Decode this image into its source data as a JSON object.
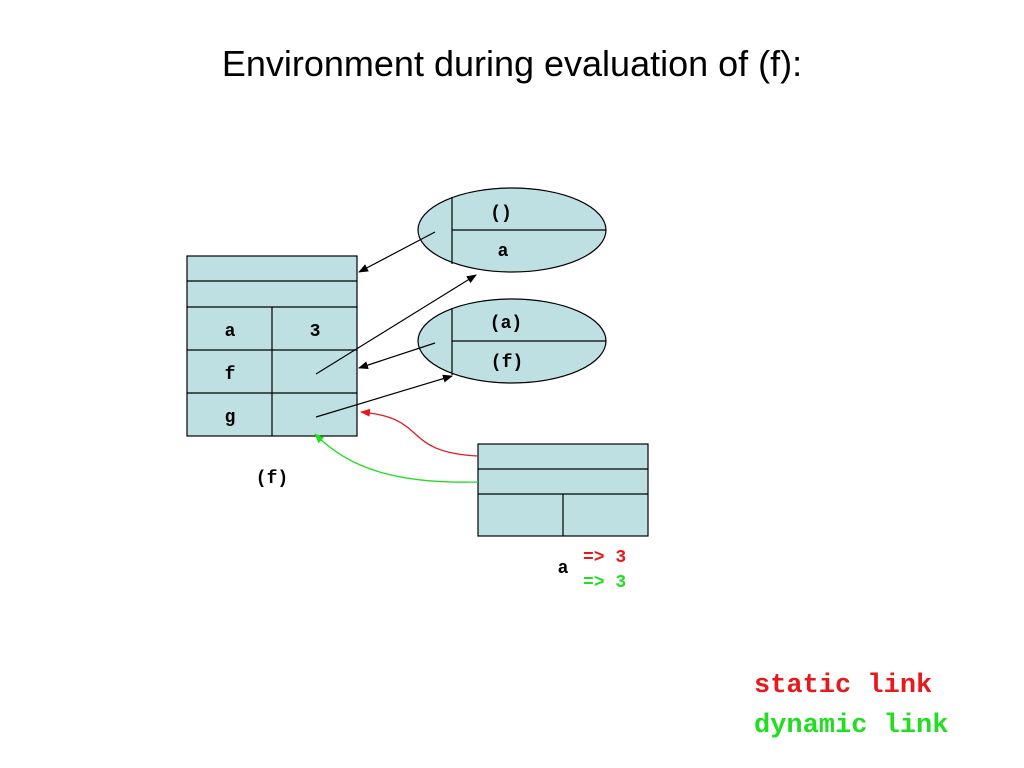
{
  "title": "Environment during evaluation of (f):",
  "global_frame": {
    "rows": [
      {
        "name": "a",
        "value": "3"
      },
      {
        "name": "f",
        "value": ""
      },
      {
        "name": "g",
        "value": ""
      }
    ]
  },
  "closures": [
    {
      "params": "()",
      "body": "a"
    },
    {
      "params": "(a)",
      "body": "(f)"
    }
  ],
  "call_label": "(f)",
  "new_frame": {
    "var_name": "a",
    "static_result": "=> 3",
    "dynamic_result": "=> 3"
  },
  "legend": {
    "static_label": "static link",
    "dynamic_label": "dynamic link"
  },
  "colors": {
    "static": "#e8191b",
    "dynamic": "#22dd22",
    "box_fill": "#bfe0e3"
  }
}
